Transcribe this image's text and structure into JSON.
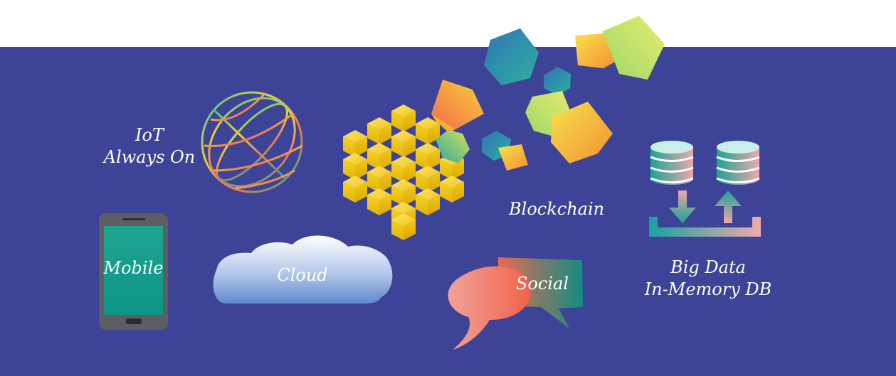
{
  "labels": {
    "iot_line1": "IoT",
    "iot_line2": "Always On",
    "mobile": "Mobile",
    "cloud": "Cloud",
    "blockchain": "Blockchain",
    "social": "Social",
    "bigdata_line1": "Big Data",
    "bigdata_line2": "In-Memory DB"
  },
  "colors": {
    "background_band": "#3d4396",
    "top_strip": "#ffffff",
    "label_text": "#ffffff",
    "cube_yellow": "#f5d21c",
    "teal": "#1aa394",
    "pink": "#e79a9f",
    "coral": "#ef6a54"
  },
  "icons": [
    "globe-icon",
    "smartphone-icon",
    "cloud-icon",
    "cube-grid-icon",
    "speech-bubbles-icon",
    "database-icon",
    "transfer-arrows-icon"
  ]
}
